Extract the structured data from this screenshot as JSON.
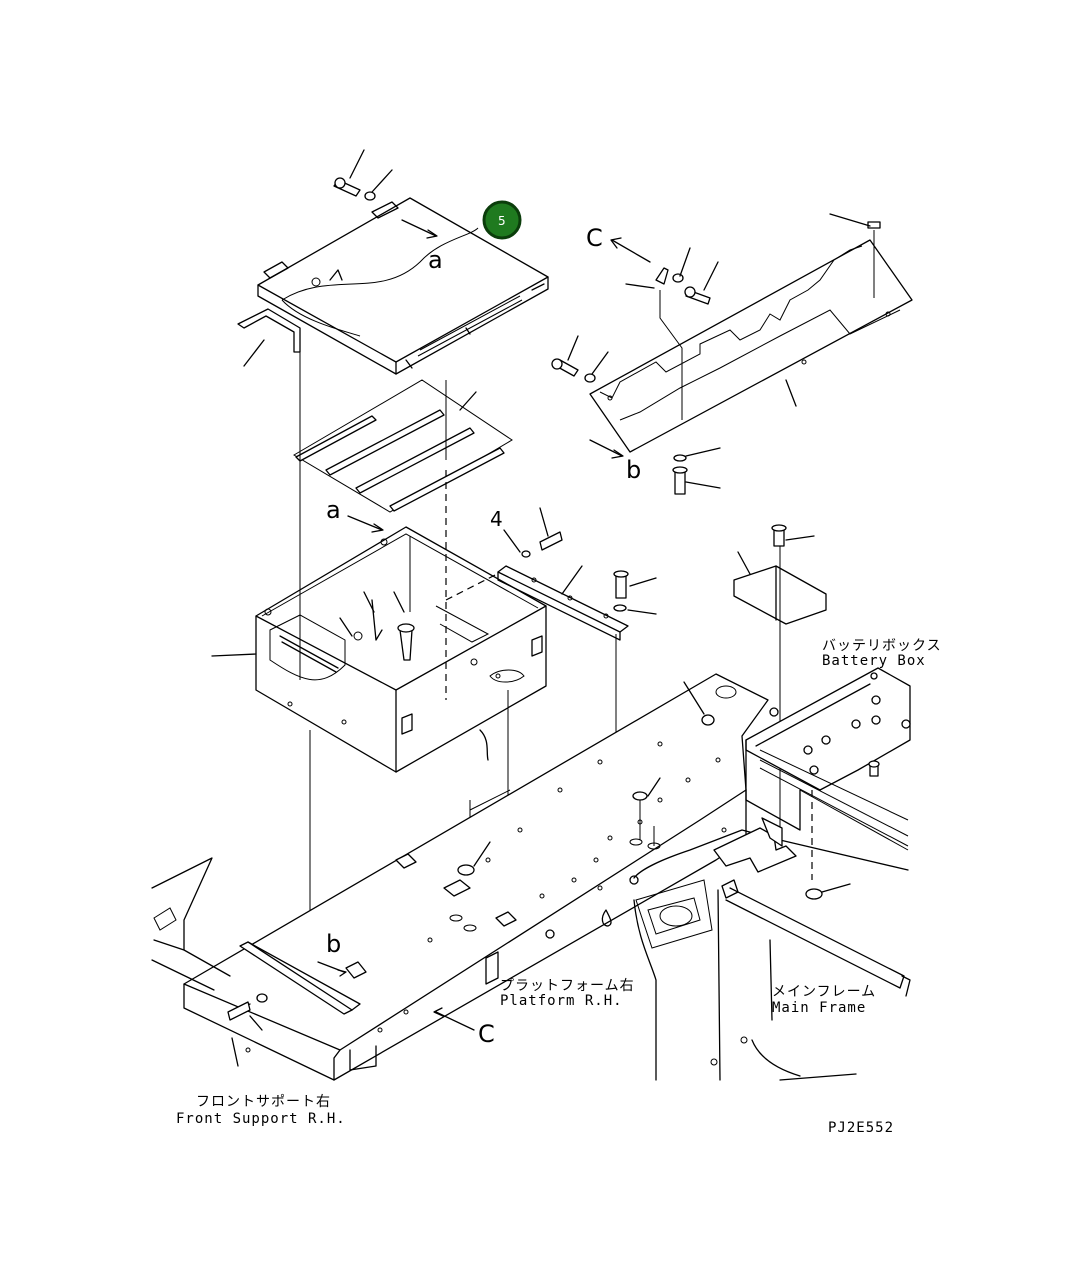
{
  "callouts": {
    "item5": {
      "number": "5",
      "color": "#1f7a1f"
    },
    "item4": "4"
  },
  "view_letters": {
    "a_top": "a",
    "c_top": "C",
    "b_top": "b",
    "a_mid": "a",
    "b_bottom": "b",
    "c_bottom": "C"
  },
  "labels": {
    "battery_box_jp": "バッテリボックス",
    "battery_box_en": "Battery Box",
    "platform_jp": "プラットフォーム右",
    "platform_en": "Platform R.H.",
    "main_frame_jp": "メインフレーム",
    "main_frame_en": "Main Frame",
    "front_support_jp": "フロントサポート右",
    "front_support_en": "Front Support R.H."
  },
  "drawing_code": "PJ2E552"
}
